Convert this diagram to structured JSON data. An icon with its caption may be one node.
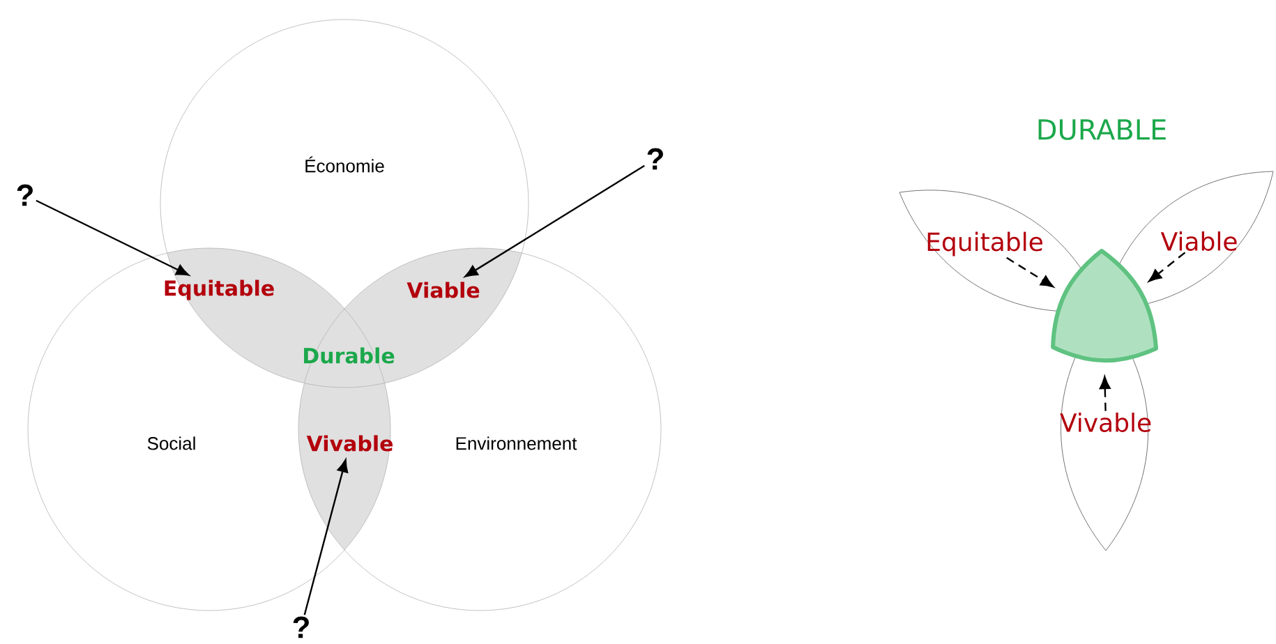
{
  "diagram": {
    "nodes": [
      {
        "text": [
          "Économie"
        ]
      },
      {
        "text": [
          "Social"
        ]
      },
      {
        "text": [
          "Environnement"
        ]
      },
      {
        "text": [
          "Equitable"
        ]
      },
      {
        "text": [
          "Viable"
        ]
      },
      {
        "text": [
          "Vivable"
        ]
      },
      {
        "text": [
          "Durable"
        ]
      },
      {
        "text": [
          "?"
        ]
      },
      {
        "text": [
          "?"
        ]
      },
      {
        "text": [
          "?"
        ]
      },
      {
        "text": [
          "Equitable"
        ]
      },
      {
        "text": [
          "Viable"
        ]
      },
      {
        "text": [
          "Vivable"
        ]
      },
      {
        "text": [],
        "shape": "triangle"
      }
    ],
    "edges": [
      {
        "from": 7,
        "to": 3,
        "arrow": "to"
      },
      {
        "from": 8,
        "to": 4,
        "arrow": "to"
      },
      {
        "from": 9,
        "to": 5,
        "arrow": "to"
      },
      {
        "from": 10,
        "to": 13,
        "arrow": "to",
        "style": "dashed"
      },
      {
        "from": 11,
        "to": 13,
        "arrow": "to",
        "style": "dashed"
      },
      {
        "from": 12,
        "to": 13,
        "arrow": "to",
        "style": "dashed"
      }
    ],
    "labels": [
      "DURABLE"
    ]
  }
}
